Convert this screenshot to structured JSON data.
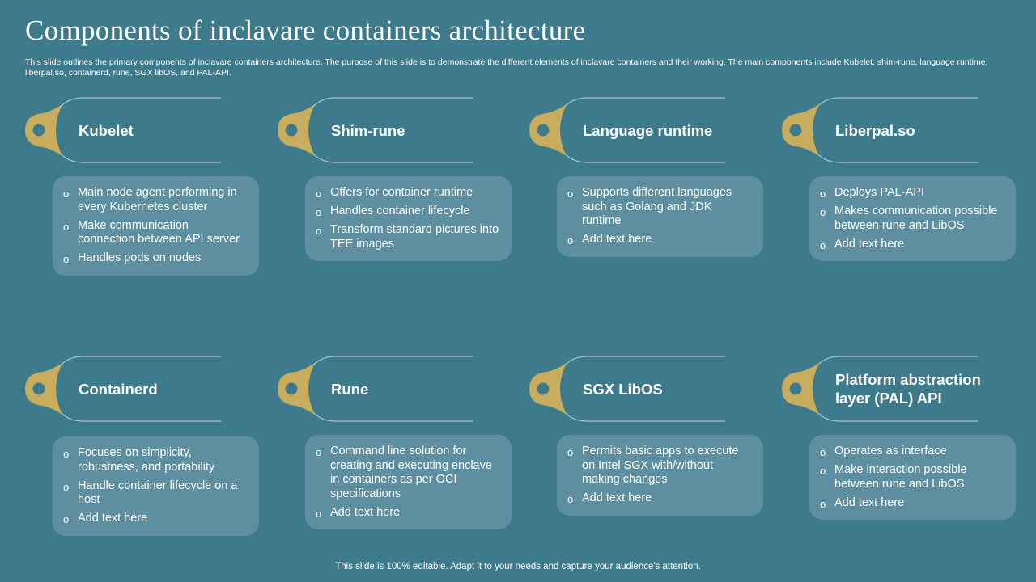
{
  "title": "Components of inclavare containers architecture",
  "subtitle": "This slide outlines the primary components of inclavare containers architecture. The purpose of this slide is to demonstrate the different elements of inclavare containers and their working. The main components include Kubelet, shim-rune, language runtime, liberpal.so, containerd, rune, SGX libOS, and PAL-API.",
  "colors": {
    "background": "#3d7a8c",
    "accent": "#c9ad5e",
    "box": "#5d8fa0"
  },
  "icons": {
    "knob": "key-knob-icon",
    "bullet": "circle-bullet-icon"
  },
  "cards": [
    {
      "heading": "Kubelet",
      "bullets": [
        "Main node agent performing in every Kubernetes cluster",
        "Make communication connection between API server",
        "Handles pods on nodes"
      ]
    },
    {
      "heading": "Shim-rune",
      "bullets": [
        "Offers for container runtime",
        "Handles container lifecycle",
        "Transform standard pictures into TEE images"
      ]
    },
    {
      "heading": "Language runtime",
      "bullets": [
        "Supports different languages such as Golang and JDK runtime",
        "Add text here"
      ]
    },
    {
      "heading": "Liberpal.so",
      "bullets": [
        "Deploys PAL-API",
        "Makes communication possible between rune and LibOS",
        "Add text here"
      ]
    },
    {
      "heading": "Containerd",
      "bullets": [
        "Focuses on simplicity, robustness, and portability",
        "Handle container lifecycle on a host",
        "Add text here"
      ]
    },
    {
      "heading": "Rune",
      "bullets": [
        "Command line solution for creating and executing enclave in containers as per OCI specifications",
        "Add text here"
      ]
    },
    {
      "heading": "SGX LibOS",
      "bullets": [
        "Permits basic apps to execute on Intel SGX with/without making changes",
        "Add text here"
      ]
    },
    {
      "heading": "Platform abstraction layer (PAL) API",
      "bullets": [
        "Operates as interface",
        "Make interaction possible between rune and LibOS",
        "Add text here"
      ]
    }
  ],
  "footer": "This slide is 100% editable. Adapt it to your needs and capture your audience's attention."
}
